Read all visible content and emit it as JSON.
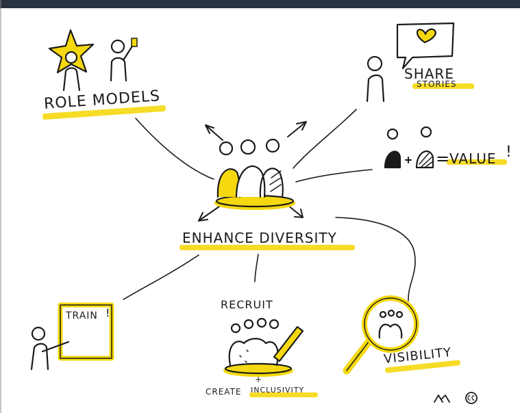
{
  "labels": {
    "role_models": "ROLE MODELS",
    "share": "SHARE",
    "stories": "STORIES",
    "equals": "=",
    "value": "VALUE",
    "value_mark": "!",
    "center": "ENHANCE DIVERSITY",
    "train": "TRAIN",
    "train_mark": "!",
    "recruit": "RECRUIT",
    "plus": "+",
    "create": "CREATE",
    "inclusivity": "INCLUSIVITY",
    "visibility": "VISIBILITY"
  },
  "colors": {
    "ink": "#1a1a1a",
    "highlight": "#f5d80f",
    "top_bar": "#2a3440"
  },
  "icons": [
    "star-icon",
    "person-icon",
    "speech-bubble-icon",
    "heart-icon",
    "group-icon",
    "arrow-icon",
    "board-icon",
    "magnifier-icon",
    "pencil-icon",
    "cc-icon"
  ]
}
